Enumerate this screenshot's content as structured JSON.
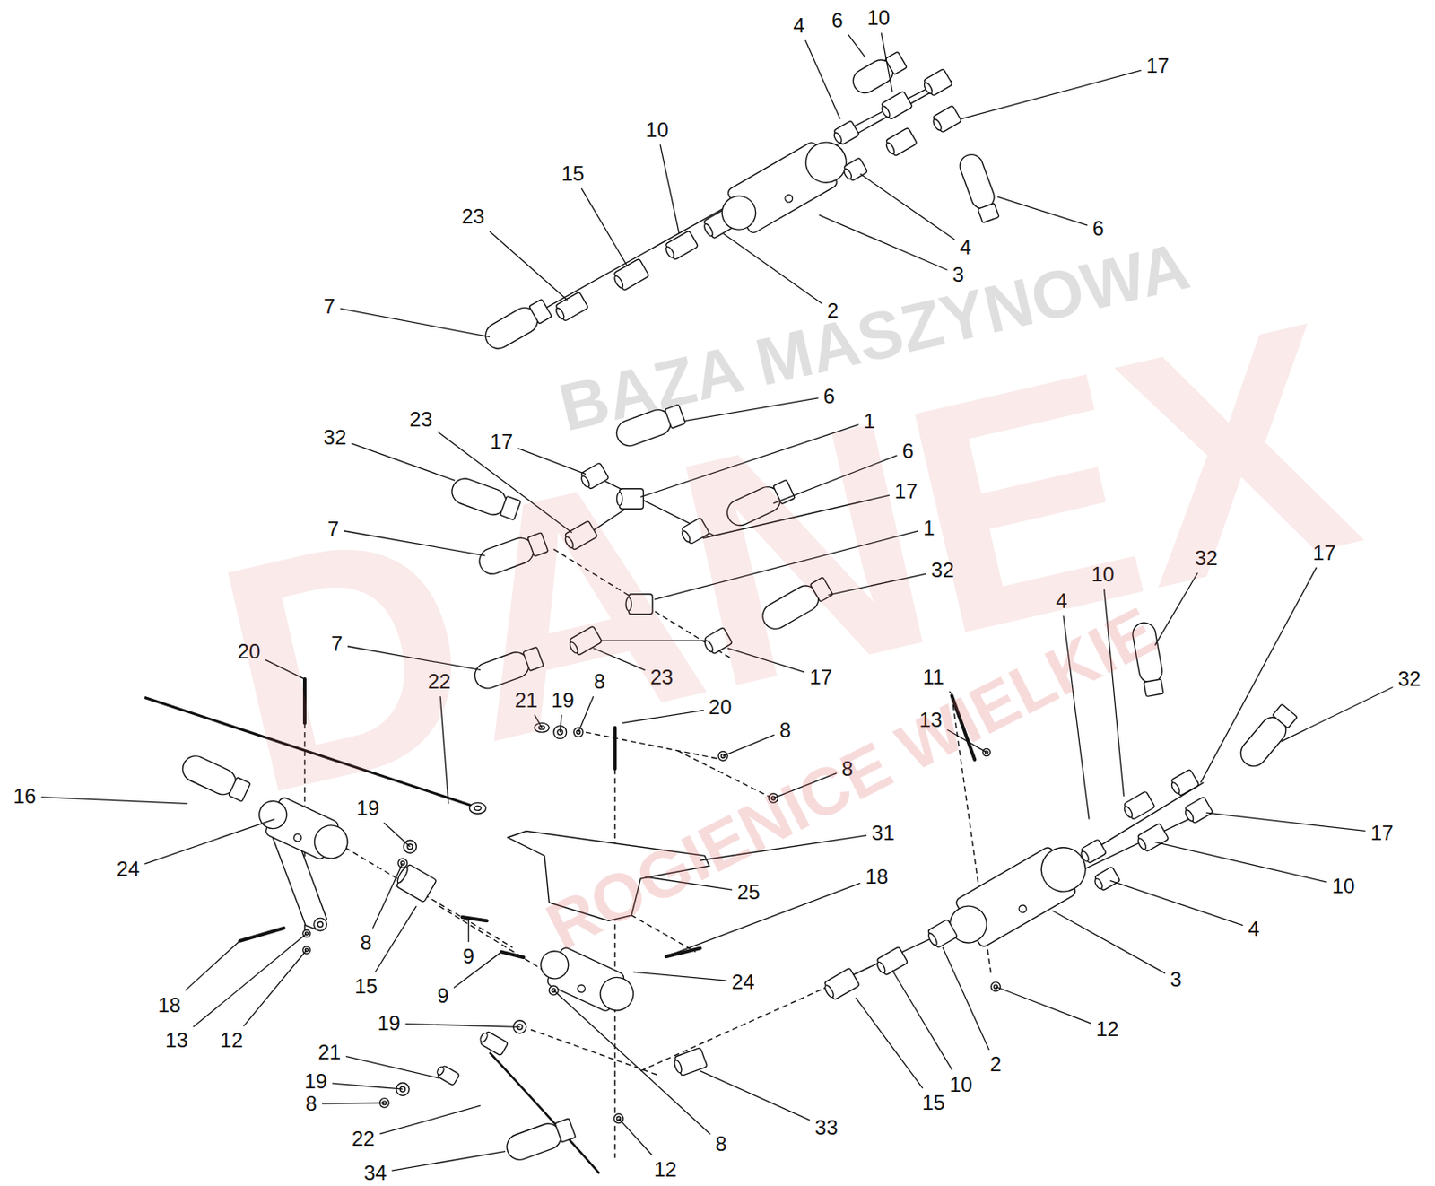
{
  "diagram": {
    "labels": [
      "4",
      "6",
      "10",
      "17",
      "10",
      "15",
      "23",
      "4",
      "6",
      "3",
      "2",
      "7",
      "6",
      "1",
      "32",
      "23",
      "17",
      "6",
      "17",
      "7",
      "1",
      "32",
      "7",
      "23",
      "17",
      "20",
      "22",
      "21",
      "19",
      "8",
      "20",
      "8",
      "8",
      "11",
      "13",
      "16",
      "24",
      "19",
      "31",
      "25",
      "18",
      "8",
      "15",
      "9",
      "9",
      "18",
      "13",
      "12",
      "24",
      "19",
      "8",
      "21",
      "19",
      "8",
      "22",
      "34",
      "12",
      "33",
      "15",
      "10",
      "2",
      "12",
      "3",
      "4",
      "10",
      "17",
      "32",
      "17",
      "32",
      "10",
      "4",
      "BAZA MASZYNOWA",
      "DANEX",
      "ROGIENICE WIELKIE"
    ]
  }
}
